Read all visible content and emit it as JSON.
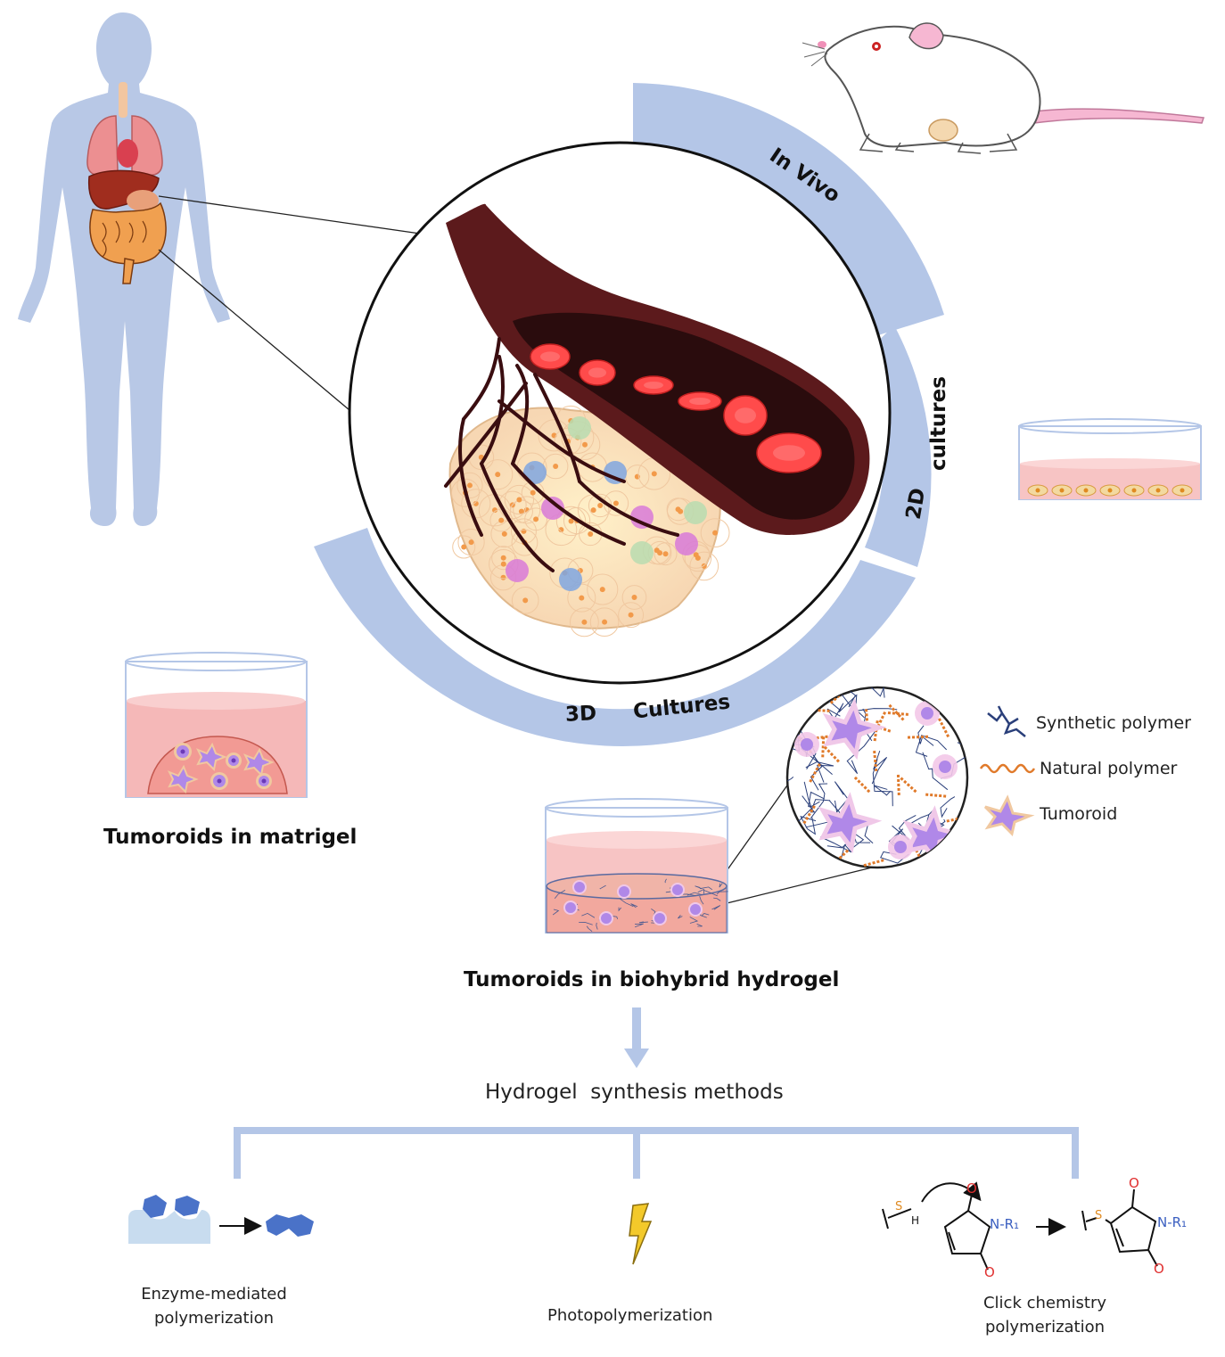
{
  "ring_labels": {
    "in_vivo": "In Vivo",
    "cultures_2d_a": "2D",
    "cultures_2d_b": "cultures",
    "cultures_3d_a": "3D",
    "cultures_3d_b": "Cultures"
  },
  "captions": {
    "matrigel": "Tumoroids in matrigel",
    "biohybrid": "Tumoroids in biohybrid hydrogel",
    "synthesis": "Hydrogel  synthesis methods"
  },
  "legend": {
    "synthetic": "Synthetic polymer",
    "natural": "Natural polymer",
    "tumoroid": "Tumoroid"
  },
  "methods": {
    "enzyme_line1": "Enzyme-mediated",
    "enzyme_line2": "polymerization",
    "photo": "Photopolymerization",
    "click_line1": "Click chemistry",
    "click_line2": "polymerization"
  },
  "chem": {
    "sulfur": "S",
    "hydrogen": "H",
    "nr1": "N-R₁",
    "oxygen": "O"
  },
  "colors": {
    "ring": "#b4c6e7",
    "silhouette": "#b8c8e6",
    "vessel": "#3d0f12",
    "blood_cell": "#ff4b4b",
    "medium": "#f5b8b8",
    "tumoroid": "#b088e8",
    "maleimide_red": "#e03030",
    "nitrogen_blue": "#3b5fc0",
    "sulfur_orange": "#e08a20"
  }
}
